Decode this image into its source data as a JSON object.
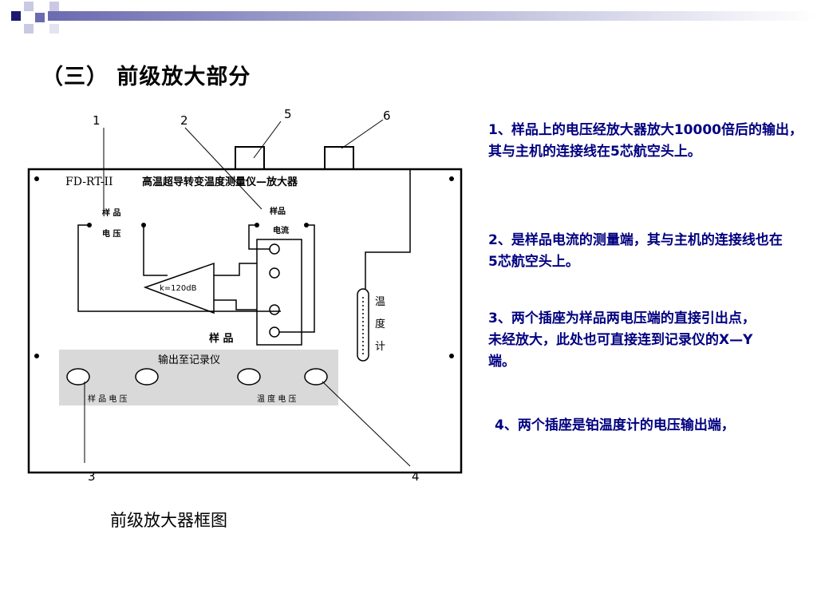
{
  "slide": {
    "title": "（三）  前级放大部分",
    "caption": "前级放大器框图"
  },
  "panel": {
    "model": "FD-RT-II",
    "name": "高温超导转变温度测量仪—放大器",
    "sample_voltage": [
      "样 品",
      "电 压"
    ],
    "sample_current": [
      "样品",
      "电流"
    ],
    "amp_gain": "k=120dB",
    "sample_label": "样 品",
    "thermometer": [
      "温",
      "度",
      "计"
    ],
    "output_box": "输出至记录仪",
    "out_left": "样 品 电 压",
    "out_right": "温 度 电 压"
  },
  "callouts": [
    "1",
    "2",
    "5",
    "6",
    "3",
    "4"
  ],
  "notes": [
    "1、样品上的电压经放大器放大10000倍后的输出，其与主机的连接线在5芯航空头上。",
    "2、是样品电流的测量端，其与主机的连接线也在5芯航空头上。",
    "3、两个插座为样品两电压端的直接引出点，未经放大，此处也可直接连到记录仪的X—Y端。",
    "4、两个插座是铂温度计的电压输出端，"
  ],
  "colors": {
    "accent": "#000080",
    "square_dark": "#1a1a6e",
    "square_mid": "#6b6bb0",
    "square_light": "#c9c9e4"
  }
}
